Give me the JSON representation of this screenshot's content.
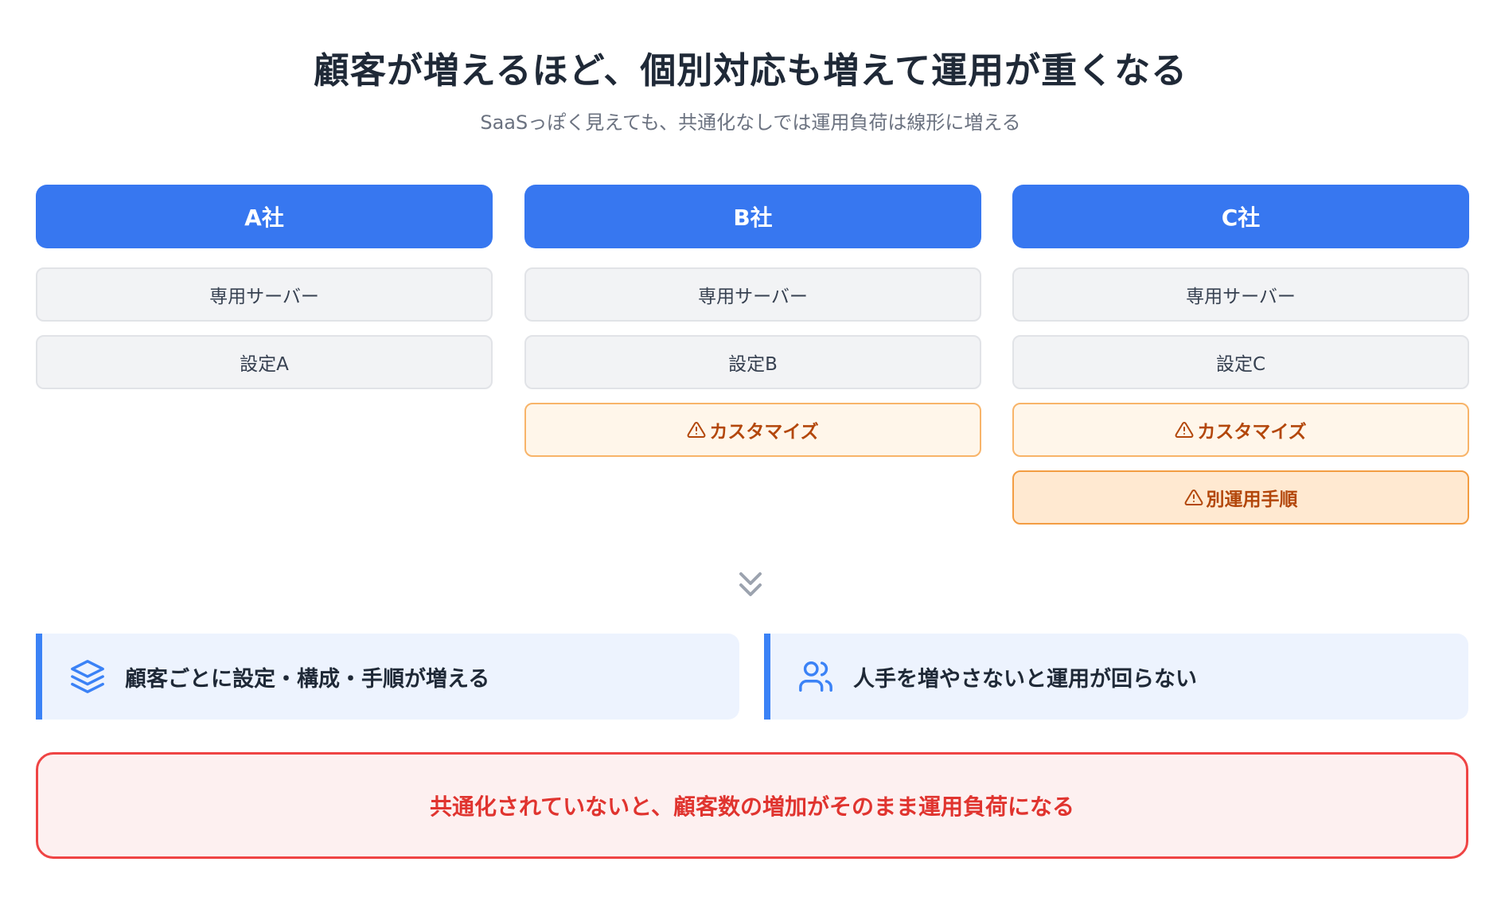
{
  "title": "顧客が増えるほど、個別対応も増えて運用が重くなる",
  "subtitle": "SaaSっぽく見えても、共通化なしでは運用負荷は線形に増える",
  "colors": {
    "header_blue": "#3777f0",
    "item_gray": "#f2f3f5",
    "warn_orange": "#b3470b",
    "note_blue": "#edf3fe",
    "alert_red": "#ef4444"
  },
  "companies": [
    {
      "name": "A社",
      "items": [
        "専用サーバー",
        "設定A"
      ]
    },
    {
      "name": "B社",
      "items": [
        "専用サーバー",
        "設定B"
      ],
      "warnings": [
        "カスタマイズ"
      ]
    },
    {
      "name": "C社",
      "items": [
        "専用サーバー",
        "設定C"
      ],
      "warnings": [
        "カスタマイズ",
        "別運用手順"
      ]
    }
  ],
  "icons": {
    "warning": "warning-triangle-icon",
    "arrow": "double-chevron-down-icon",
    "layers": "layers-icon",
    "users": "users-icon"
  },
  "notes": [
    {
      "icon": "layers-icon",
      "text": "顧客ごとに設定・構成・手順が増える"
    },
    {
      "icon": "users-icon",
      "text": "人手を増やさないと運用が回らない"
    }
  ],
  "conclusion": "共通化されていないと、顧客数の増加がそのまま運用負荷になる"
}
